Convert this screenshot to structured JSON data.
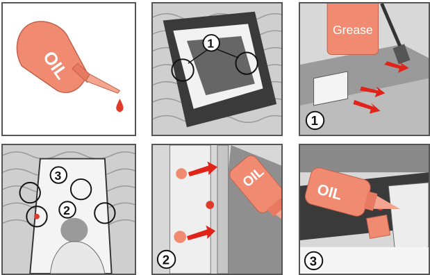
{
  "colors": {
    "oil_salmon": "#f08a70",
    "oil_dark": "#d9604a",
    "drop_red": "#e03a2a",
    "arrow_red": "#e2231a",
    "roof_gray": "#bdbdbd",
    "frame_dark": "#333333",
    "border": "#555555"
  },
  "panels": [
    {
      "id": "oil-bottle",
      "bottle_text": "OIL"
    },
    {
      "id": "window-overview",
      "badge": "1"
    },
    {
      "id": "grease-hinge",
      "can_text": "Grease",
      "badge": "1"
    },
    {
      "id": "person-window",
      "badges": [
        "3",
        "2"
      ]
    },
    {
      "id": "oil-hinge-side",
      "bottle_text": "OIL",
      "badge": "2"
    },
    {
      "id": "oil-bracket",
      "bottle_text": "OIL",
      "badge": "3"
    }
  ],
  "icons": [
    "oil-bottle-icon",
    "oil-drop-icon",
    "arrow-icon",
    "callout-circle-icon"
  ]
}
